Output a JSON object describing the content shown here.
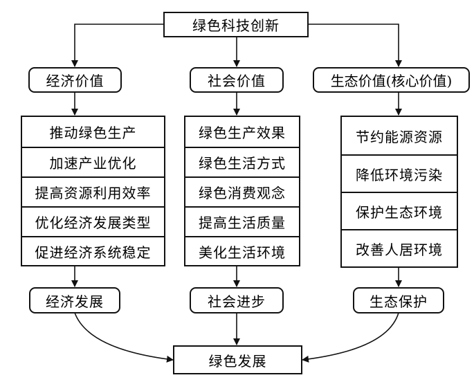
{
  "title": "绿色科技创新",
  "result": "绿色发展",
  "columns": [
    {
      "value_label": "经济价值",
      "items": [
        "推动绿色生产",
        "加速产业优化",
        "提高资源利用效率",
        "优化经济发展类型",
        "促进经济系统稳定"
      ],
      "outcome": "经济发展"
    },
    {
      "value_label": "社会价值",
      "items": [
        "绿色生产效果",
        "绿色生活方式",
        "绿色消费观念",
        "提高生活质量",
        "美化生活环境"
      ],
      "outcome": "社会进步"
    },
    {
      "value_label": "生态价值(核心价值)",
      "items": [
        "节约能源资源",
        "降低环境污染",
        "保护生态环境",
        "改善人居环境"
      ],
      "outcome": "生态保护"
    }
  ]
}
